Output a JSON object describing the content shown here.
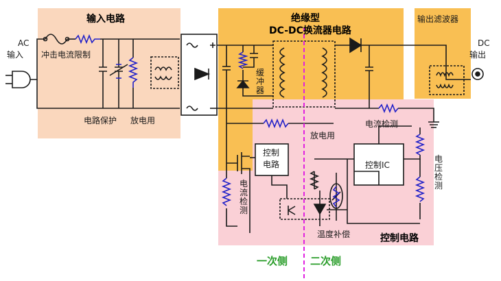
{
  "regions": {
    "input_circuit": "输入电路",
    "isolated_line1": "绝缘型",
    "isolated_line2": "DC-DC换流器电路",
    "output_filter": "输出滤波器",
    "control_circuit": "控制电路"
  },
  "labels": {
    "ac": "AC",
    "ac_input": "输入",
    "inrush_limit": "冲击电流限制",
    "circuit_protection": "电路保护",
    "discharge": "放电用",
    "snubber": "缓冲器",
    "discharge_secondary": "放电用",
    "current_detect_output": "电流检测",
    "dc": "DC",
    "dc_output": "输出",
    "voltage_detect": "电压检测",
    "primary_control_1": "控制",
    "primary_control_2": "电路",
    "control_ic": "控制IC",
    "current_detect_primary": "电流检测",
    "temp_compensation": "温度补偿"
  },
  "sides": {
    "primary": "一次侧",
    "secondary": "二次侧"
  },
  "colors": {
    "input_region": "#fad7bd",
    "converter_region": "#f9bf53",
    "control_region": "#fad0d6",
    "resistor": "#2020c8",
    "isolation_line": "#e020e0",
    "side_label": "#2a9d2a"
  }
}
